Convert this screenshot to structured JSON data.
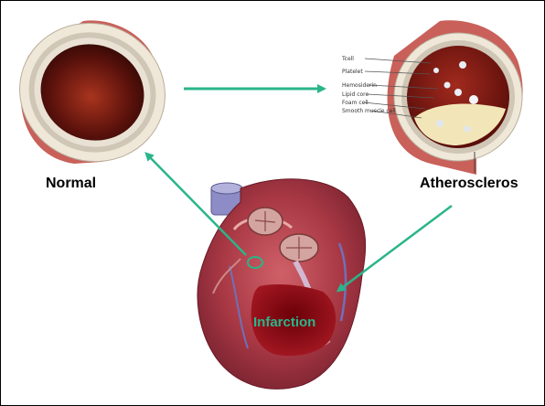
{
  "labels": {
    "normal": "Normal",
    "atherosclerosis": "Atheroscleros",
    "infarction": "Infarction"
  },
  "atherosclerosis_callouts": [
    "Tcell",
    "Platelet",
    "Hemosiderin",
    "Lipid core",
    "Foam cell",
    "Smooth muscle cell"
  ],
  "colors": {
    "arrow": "#2ab58a",
    "infarction_text": "#2ab58a",
    "infarct_area": "#8b0a14",
    "heart": "#b2404a",
    "vessel_lumen_normal": "#7a1c14",
    "vessel_lumen_diseased": "#8a1a16",
    "plaque": "#f2e6b8",
    "vessel_wall": "#ddd3c2"
  },
  "icons": [
    "normal-artery-cross-section",
    "diseased-artery-cross-section",
    "heart-illustration"
  ]
}
